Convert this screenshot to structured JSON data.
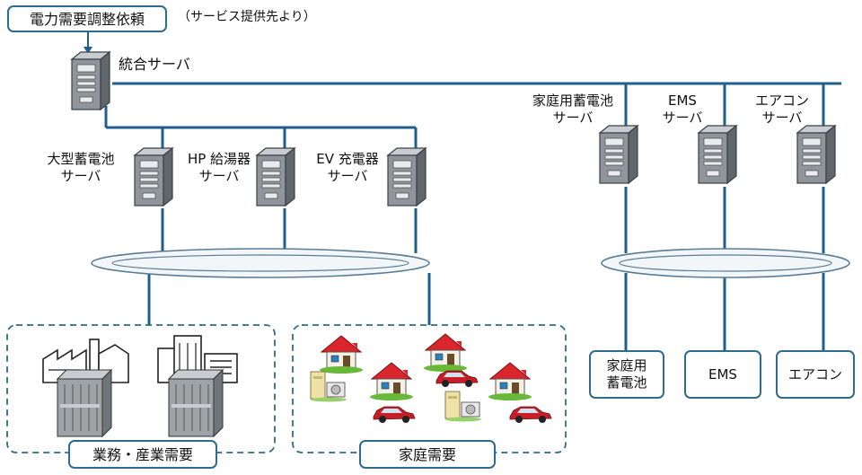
{
  "request": {
    "label": "電力需要調整依頼",
    "note": "（サービス提供先より）"
  },
  "integrated_server": {
    "label": "統合サーバ"
  },
  "left_servers": [
    {
      "line1": "大型蓄電池",
      "line2": "サーバ"
    },
    {
      "line1": "HP 給湯器",
      "line2": "サーバ"
    },
    {
      "line1": "EV 充電器",
      "line2": "サーバ"
    }
  ],
  "right_servers": [
    {
      "line1": "家庭用蓄電池",
      "line2": "サーバ"
    },
    {
      "line1": "EMS",
      "line2": "サーバ"
    },
    {
      "line1": "エアコン",
      "line2": "サーバ"
    }
  ],
  "demand_groups": [
    {
      "label": "業務・産業需要"
    },
    {
      "label": "家庭需要"
    }
  ],
  "devices": [
    {
      "line1": "家庭用",
      "line2": "蓄電池"
    },
    {
      "line1": "EMS"
    },
    {
      "line1": "エアコン"
    }
  ],
  "colors": {
    "wire": "#1f5f8e",
    "box_border": "#2f6b8a",
    "roof": "#d9252b",
    "car": "#c81e28"
  },
  "icons": [
    "server-icon",
    "factory-icon",
    "office-building-icon",
    "battery-container-icon",
    "house-icon",
    "car-icon",
    "heat-pump-icon"
  ]
}
